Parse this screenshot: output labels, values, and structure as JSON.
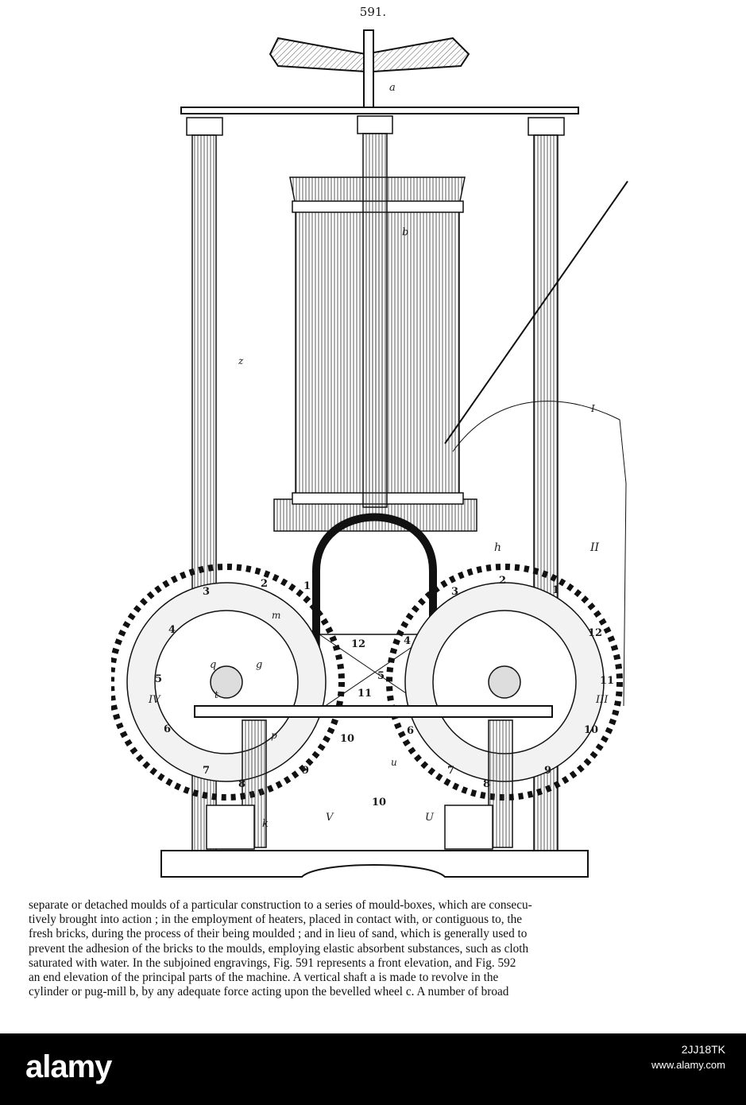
{
  "page": {
    "number": "591."
  },
  "figure": {
    "labels": {
      "a": "a",
      "b": "b",
      "h": "h",
      "g": "g",
      "q": "q",
      "m": "m",
      "t": "t",
      "p": "p",
      "k": "k",
      "u": "u",
      "V": "V",
      "U": "U",
      "II": "II",
      "III": "III",
      "IV": "IV",
      "z": "z",
      "I": "I"
    },
    "left_wheel_boxes": [
      "1",
      "2",
      "3",
      "4",
      "5",
      "6",
      "7",
      "8",
      "9",
      "10"
    ],
    "right_wheel_boxes": [
      "1",
      "2",
      "3",
      "12",
      "11",
      "10",
      "9",
      "8",
      "7",
      "6"
    ],
    "center_numbers": [
      "12",
      "4",
      "5",
      "11",
      "10"
    ]
  },
  "text": {
    "lines": [
      "separate or detached moulds of a particular construction to a series of mould-boxes, which are consecu-",
      "tively brought into action ; in the employment of heaters, placed in contact with, or contiguous to, the",
      "fresh bricks, during the process of their being moulded ; and in lieu of sand, which is generally used to",
      "prevent the adhesion of the bricks to the moulds, employing elastic absorbent substances, such as cloth",
      "saturated with water.  In the subjoined engravings, Fig. 591 represents a front elevation, and Fig. 592",
      "an end elevation of the principal parts of the machine.  A vertical shaft a is made to revolve in the",
      "cylinder or pug-mill b, by any adequate force acting upon the bevelled wheel c.  A number of broad"
    ]
  },
  "stock": {
    "logo": "alamy",
    "image_id": "2JJ18TK",
    "url": "www.alamy.com"
  }
}
